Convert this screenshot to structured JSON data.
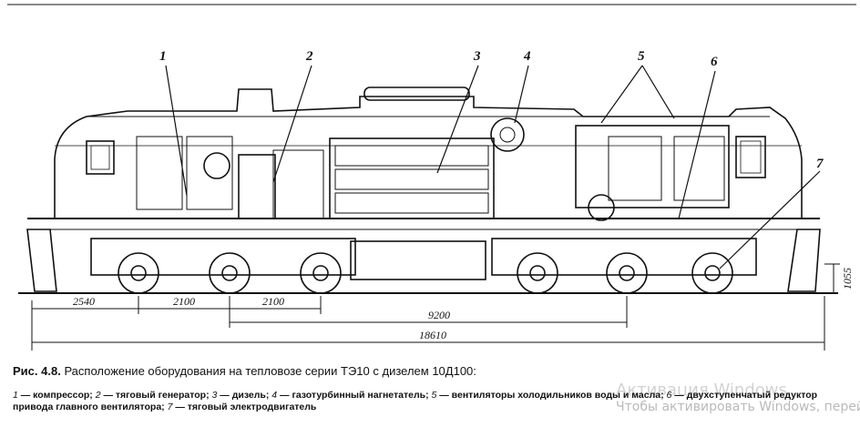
{
  "callouts": [
    {
      "id": "1",
      "label": "1"
    },
    {
      "id": "2",
      "label": "2"
    },
    {
      "id": "3",
      "label": "3"
    },
    {
      "id": "4",
      "label": "4"
    },
    {
      "id": "5",
      "label": "5"
    },
    {
      "id": "6",
      "label": "6"
    },
    {
      "id": "7",
      "label": "7"
    }
  ],
  "dimensions": {
    "d2540": "2540",
    "d2100a": "2100",
    "d2100b": "2100",
    "d9200": "9200",
    "d18610": "18610",
    "d1055": "1055"
  },
  "caption": {
    "prefix": "Рис. 4.8.",
    "text": "Расположение оборудования на тепловозе серии ТЭ10 с дизелем 10Д100:"
  },
  "legend": [
    {
      "num": "1",
      "text": " — компрессор; "
    },
    {
      "num": "2",
      "text": " — тяговый генератор; "
    },
    {
      "num": "3",
      "text": " — дизель; "
    },
    {
      "num": "4",
      "text": " — газотурбинный нагнетатель; "
    },
    {
      "num": "5",
      "text": " — вентиляторы холодильников воды и масла; "
    },
    {
      "num": "6",
      "text": " — двухступенчатый редуктор привода главного вентилятора; "
    },
    {
      "num": "7",
      "text": " — тяговый электродвигатель"
    }
  ],
  "watermark": {
    "line1": "Активация Windows",
    "line2": "Чтобы активировать Windows, перейдите"
  }
}
